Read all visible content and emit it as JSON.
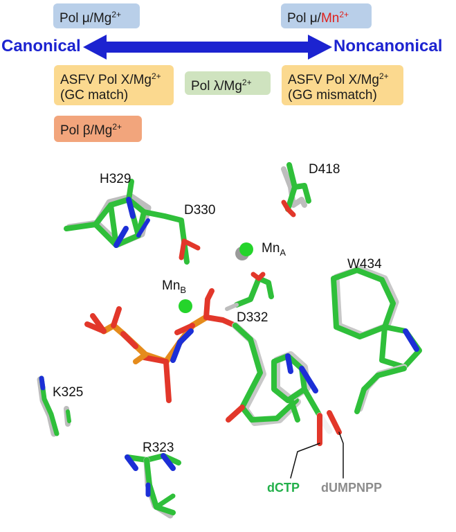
{
  "legend": {
    "left_label": "Canonical",
    "right_label": "Noncanonical",
    "arrow_color": "#1c23d0",
    "boxes": {
      "pol_mu_mg": {
        "name": "Pol μ/",
        "metal": "Mg",
        "charge": "2+"
      },
      "pol_mu_mn": {
        "name": "Pol μ/",
        "metal": "Mn",
        "charge": "2+",
        "metal_color": "#e0201b"
      },
      "asfv_gc": {
        "line1": "ASFV Pol X/Mg",
        "charge": "2+",
        "line2": "(GC match)"
      },
      "pol_lambda": {
        "name": "Pol λ/Mg",
        "charge": "2+"
      },
      "asfv_gg": {
        "line1": "ASFV Pol X/Mg",
        "charge": "2+",
        "line2": "(GG mismatch)"
      },
      "pol_beta": {
        "name": "Pol β/Mg",
        "charge": "2+"
      }
    }
  },
  "structure": {
    "residues": {
      "h329": "H329",
      "d330": "D330",
      "d418": "D418",
      "w434": "W434",
      "d332": "D332",
      "k325": "K325",
      "r323": "R323"
    },
    "ions": {
      "mn_a": {
        "base": "Mn",
        "sub": "A"
      },
      "mn_b": {
        "base": "Mn",
        "sub": "B"
      }
    },
    "ligands": {
      "dctp": {
        "label": "dCTP",
        "color": "#22b04a"
      },
      "dumpnpp": {
        "label": "dUMPNPP",
        "color": "#8c8c8c"
      }
    }
  }
}
